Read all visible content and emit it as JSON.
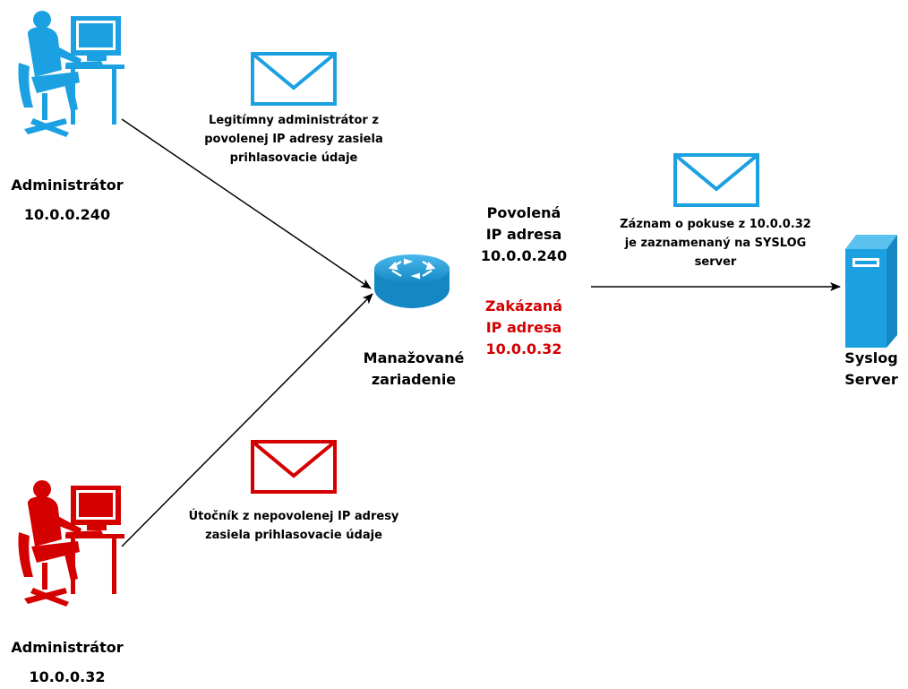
{
  "colors": {
    "legit": "#1ba1e2",
    "attacker": "#d40000",
    "text": "#000000",
    "router": "#1ba1e2",
    "server": "#1ba1e2"
  },
  "icons": [
    "person-at-computer-icon",
    "envelope-icon",
    "router-icon",
    "server-icon"
  ],
  "nodes": {
    "admin_legit": {
      "name": "Administrátor",
      "ip": "10.0.0.240"
    },
    "admin_attacker": {
      "name": "Administrátor",
      "ip": "10.0.0.32"
    },
    "router": {
      "line1": "Manažované",
      "line2": "zariadenie"
    },
    "syslog": {
      "line1": "Syslog",
      "line2": "Server"
    }
  },
  "router_rules": {
    "allowed": {
      "line1": "Povolená",
      "line2": "IP adresa",
      "line3": "10.0.0.240"
    },
    "denied": {
      "line1": "Zakázaná",
      "line2": "IP adresa",
      "line3": "10.0.0.32"
    }
  },
  "messages": {
    "legit": {
      "line1": "Legitímny administrátor z",
      "line2": "povolenej IP adresy zasiela",
      "line3": "prihlasovacie údaje"
    },
    "attacker": {
      "line1": "Útočník z nepovolenej IP adresy",
      "line2": "zasiela prihlasovacie údaje"
    },
    "syslog": {
      "line1": "Záznam o pokuse z 10.0.0.32",
      "line2": "je zaznamenaný na SYSLOG",
      "line3": "server"
    }
  }
}
